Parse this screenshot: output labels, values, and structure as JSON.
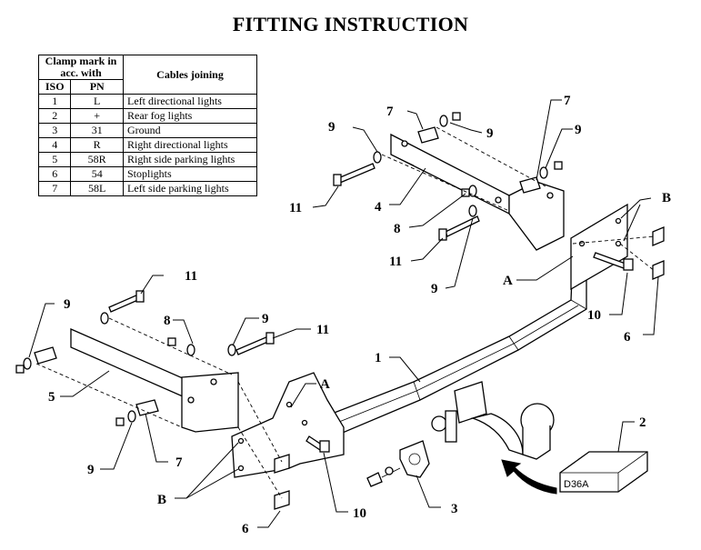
{
  "title": "FITTING INSTRUCTION",
  "table": {
    "header_clamp": "Clamp mark in acc. with",
    "header_cables": "Cables joining",
    "header_iso": "ISO",
    "header_pn": "PN",
    "rows": [
      {
        "iso": "1",
        "pn": "L",
        "cable": "Left directional lights"
      },
      {
        "iso": "2",
        "pn": "+",
        "cable": "Rear fog lights"
      },
      {
        "iso": "3",
        "pn": "31",
        "cable": "Ground"
      },
      {
        "iso": "4",
        "pn": "R",
        "cable": "Right directional lights"
      },
      {
        "iso": "5",
        "pn": "58R",
        "cable": "Right side parking lights"
      },
      {
        "iso": "6",
        "pn": "54",
        "cable": "Stoplights"
      },
      {
        "iso": "7",
        "pn": "58L",
        "cable": "Left side parking lights"
      }
    ]
  },
  "labels": {
    "l1": "1",
    "l2": "2",
    "l3": "3",
    "l4": "4",
    "l5": "5",
    "l6a": "6",
    "l6b": "6",
    "l7a": "7",
    "l7b": "7",
    "l7c": "7",
    "l8a": "8",
    "l8b": "8",
    "l9a": "9",
    "l9b": "9",
    "l9c": "9",
    "l9d": "9",
    "l9e": "9",
    "l9f": "9",
    "l9g": "9",
    "l10a": "10",
    "l10b": "10",
    "l11a": "11",
    "l11b": "11",
    "l11c": "11",
    "l11d": "11",
    "lAa": "A",
    "lAb": "A",
    "lBa": "B",
    "lBb": "B",
    "box_code": "D36A"
  }
}
